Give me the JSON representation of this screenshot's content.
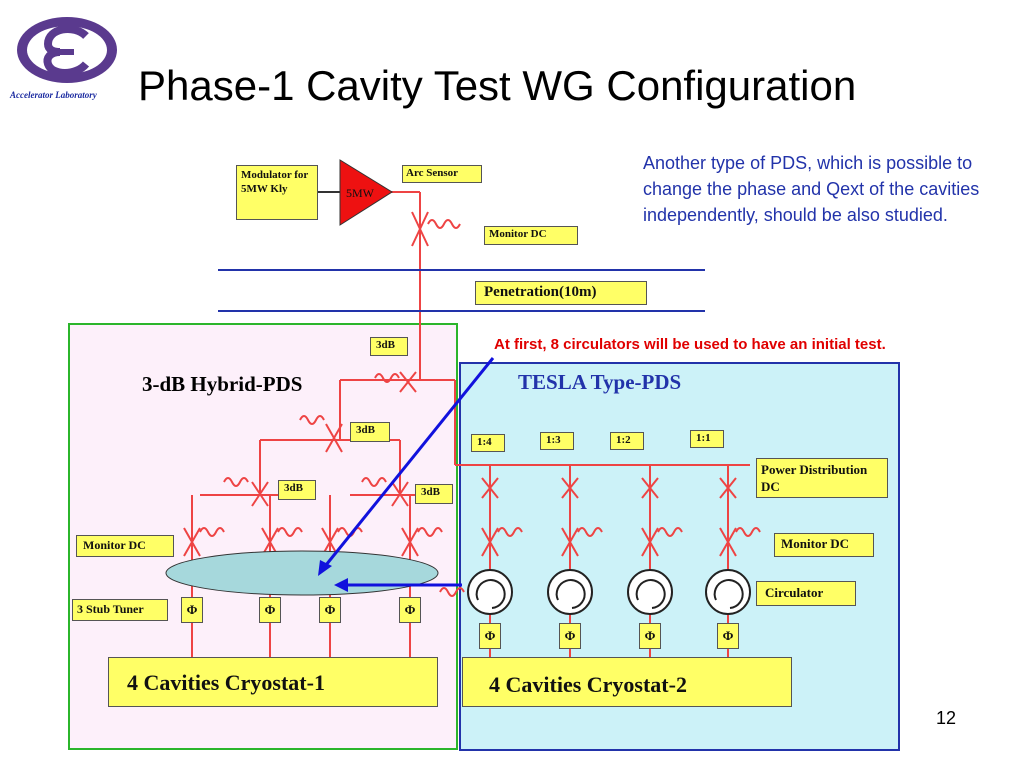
{
  "slide": {
    "title": "Phase-1 Cavity Test WG Configuration",
    "lab_name": "Accelerator Laboratory",
    "page_number": "12",
    "note": "Another type of PDS, which is possible to change the phase and Qext of the cavities independently, should be also studied.",
    "red_note": "At first, 8 circulators will be used to have an initial test."
  },
  "diagram": {
    "modulator": "Modulator for 5MW Kly",
    "klystron": "5MW",
    "arc_sensor": "Arc Sensor",
    "monitor_dc_top": "Monitor DC",
    "penetration": "Penetration(10m)",
    "left_title": "3-dB Hybrid-PDS",
    "right_title": "TESLA Type-PDS",
    "hybrid_3db": "3dB",
    "ratios": [
      "1:4",
      "1:3",
      "1:2",
      "1:1"
    ],
    "power_distribution_dc": "Power Distribution DC",
    "monitor_dc_left": "Monitor DC",
    "monitor_dc_right": "Monitor DC",
    "circulator": "Circulator",
    "stub_tuner": "3 Stub Tuner",
    "phase_symbol": "Φ",
    "cryostat_1": "4 Cavities Cryostat-1",
    "cryostat_2": "4 Cavities Cryostat-2"
  },
  "colors": {
    "waveguide": "#ee4444",
    "boundary_blue": "#2233aa",
    "arrow_blue": "#1111dd",
    "left_border": "#2bb52b",
    "box_yellow": "#ffff66"
  }
}
